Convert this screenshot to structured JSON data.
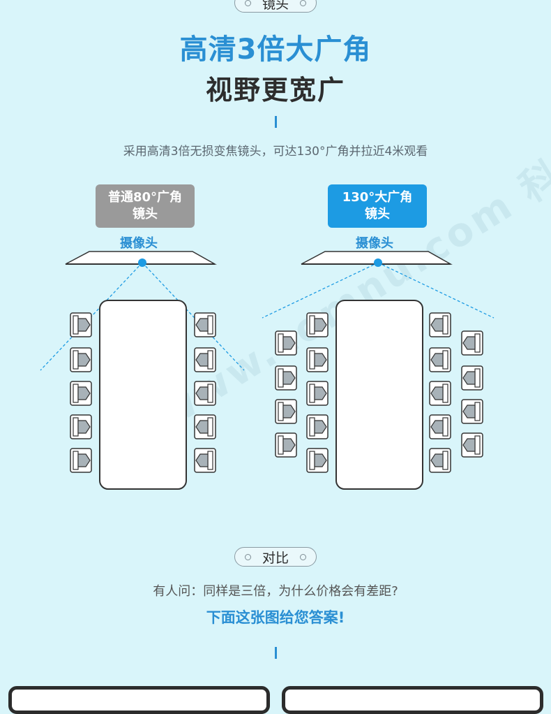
{
  "top_pill": {
    "label": "镜头"
  },
  "headline": {
    "line1": "高清3倍大广角",
    "line2": "视野更宽广"
  },
  "description": "采用高清3倍无损变焦镜头，可达130°广角并拉近4米观看",
  "lens_left": {
    "line1": "普通80°广角",
    "line2": "镜头",
    "color": "#9a9a9a",
    "camera_label": "摄像头"
  },
  "lens_right": {
    "line1": "130°大广角",
    "line2": "镜头",
    "color": "#1d9be3",
    "camera_label": "摄像头"
  },
  "watermark": {
    "text": "www.comnu.com  科力普"
  },
  "compare_pill": {
    "label": "对比"
  },
  "question": "有人问：同样是三倍，为什么价格会有差距?",
  "answer": "下面这张图给您答案!",
  "colors": {
    "accent": "#2a8fd3",
    "background": "#d9f5fa",
    "dark": "#2d2d2d"
  }
}
